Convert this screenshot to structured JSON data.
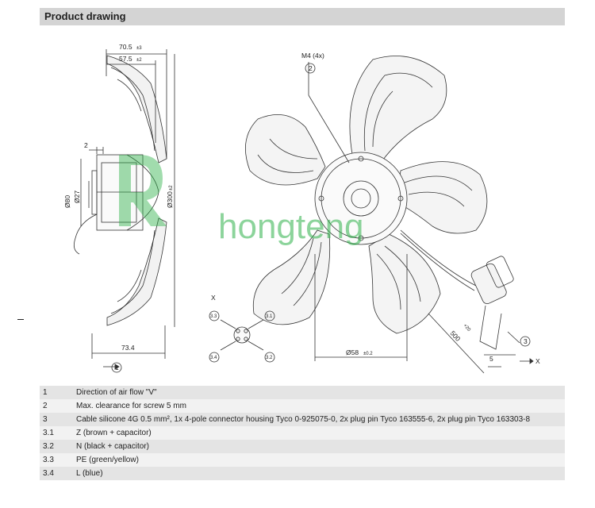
{
  "header": {
    "title": "Product drawing"
  },
  "watermark": "hongteng",
  "dimensions": {
    "width_total": "70.5",
    "width_total_tol": "±3",
    "width_inner": "57.5",
    "width_inner_tol": "±2",
    "clearance": "2",
    "dia_80": "Ø80",
    "dia_27": "Ø27",
    "dia_300": "Ø300",
    "dia_300_tol": "±2",
    "depth": "73.4",
    "thread": "M4 (4x)",
    "hub_dia": "Ø58",
    "hub_dia_tol": "±0.2",
    "cable_len": "500",
    "cable_len_tol": "+20",
    "strip": "5",
    "view_x": "X",
    "view_x_small": "X"
  },
  "callouts": {
    "c1": "1",
    "c2": "2",
    "c3": "3",
    "p31": "3.1",
    "p32": "3.2",
    "p33": "3.3",
    "p34": "3.4"
  },
  "legend": [
    {
      "num": "1",
      "text": "Direction of air flow \"V\""
    },
    {
      "num": "2",
      "text": "Max. clearance for screw 5 mm"
    },
    {
      "num": "3",
      "text": "Cable silicone 4G 0.5 mm², 1x 4-pole connector housing Tyco 0-925075-0, 2x plug pin Tyco 163555-6, 2x plug pin Tyco 163303-8"
    },
    {
      "num": "3.1",
      "text": "Z (brown + capacitor)"
    },
    {
      "num": "3.2",
      "text": "N (black + capacitor)"
    },
    {
      "num": "3.3",
      "text": "PE (green/yellow)"
    },
    {
      "num": "3.4",
      "text": "L (blue)"
    }
  ]
}
